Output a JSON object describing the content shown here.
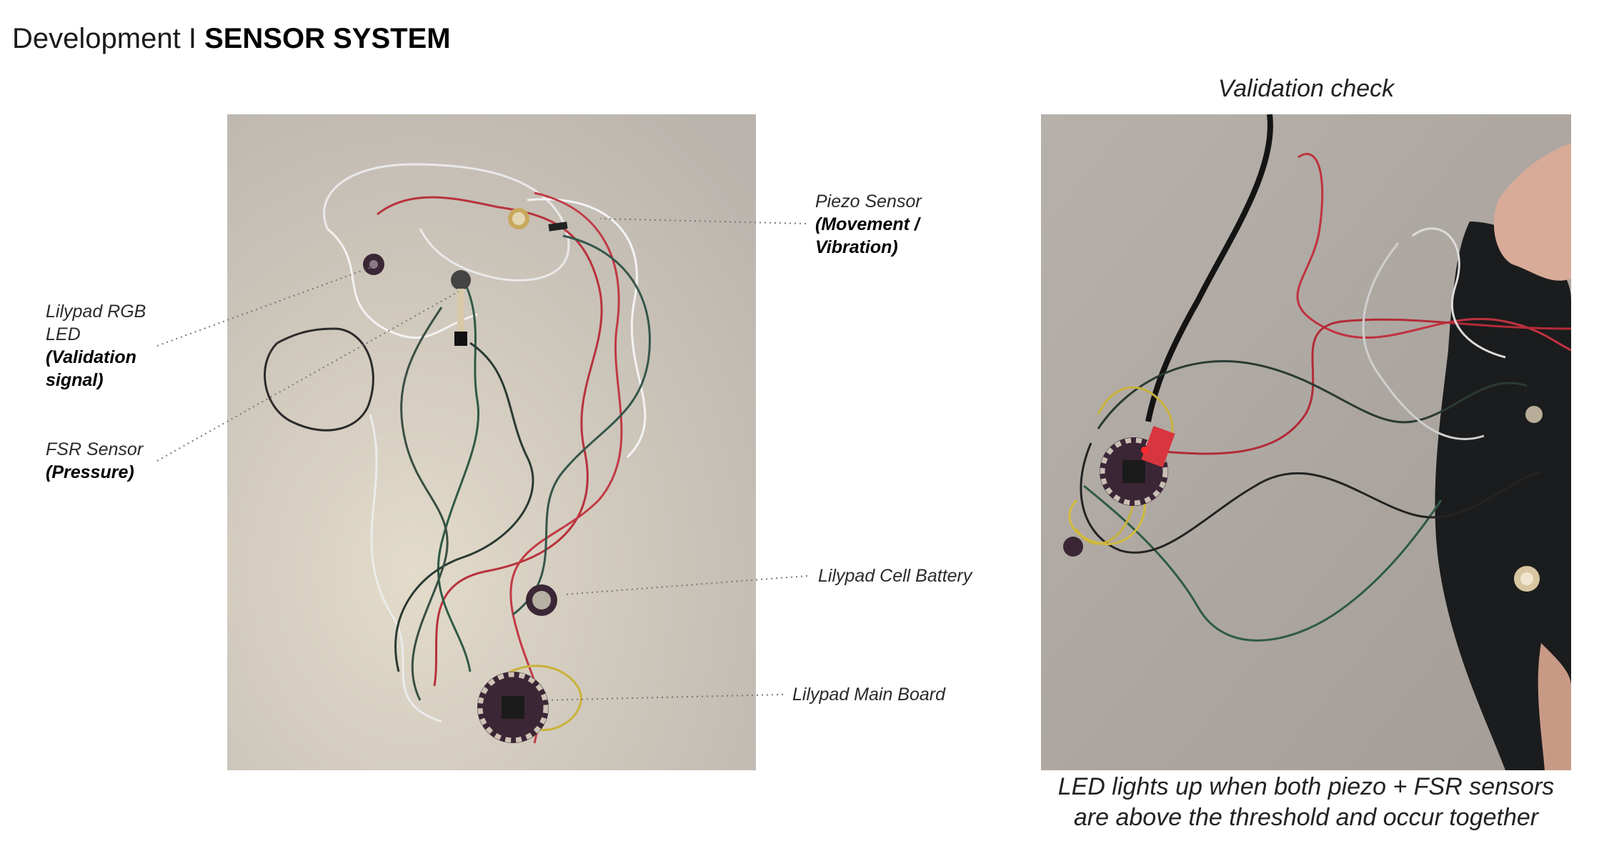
{
  "header": {
    "prefix": "Development",
    "separator": "I",
    "title": "SENSOR SYSTEM"
  },
  "validation": {
    "title": "Validation check",
    "caption_line1": "LED lights up when both piezo + FSR sensors",
    "caption_line2": "are above the threshold and occur together"
  },
  "labels": {
    "rgb_led": {
      "name_line1": "Lilypad RGB",
      "name_line2": "LED",
      "desc_line1": "(Validation",
      "desc_line2": "signal)"
    },
    "fsr": {
      "name": "FSR Sensor",
      "desc": "(Pressure)"
    },
    "piezo": {
      "name": "Piezo Sensor",
      "desc_line1": "(Movement /",
      "desc_line2": "Vibration)"
    },
    "battery": {
      "name": "Lilypad Cell Battery"
    },
    "main_board": {
      "name": "Lilypad Main Board"
    }
  },
  "colors": {
    "paper": "#cfc9c0",
    "wire_red": "#b8323c",
    "wire_green": "#2f5a45",
    "wire_dark": "#2a2a2a",
    "wire_yellow": "#c9b23a",
    "wire_white": "#eeeeee",
    "board_purple": "#3b2636",
    "fabric_black": "#1b1c1d"
  }
}
